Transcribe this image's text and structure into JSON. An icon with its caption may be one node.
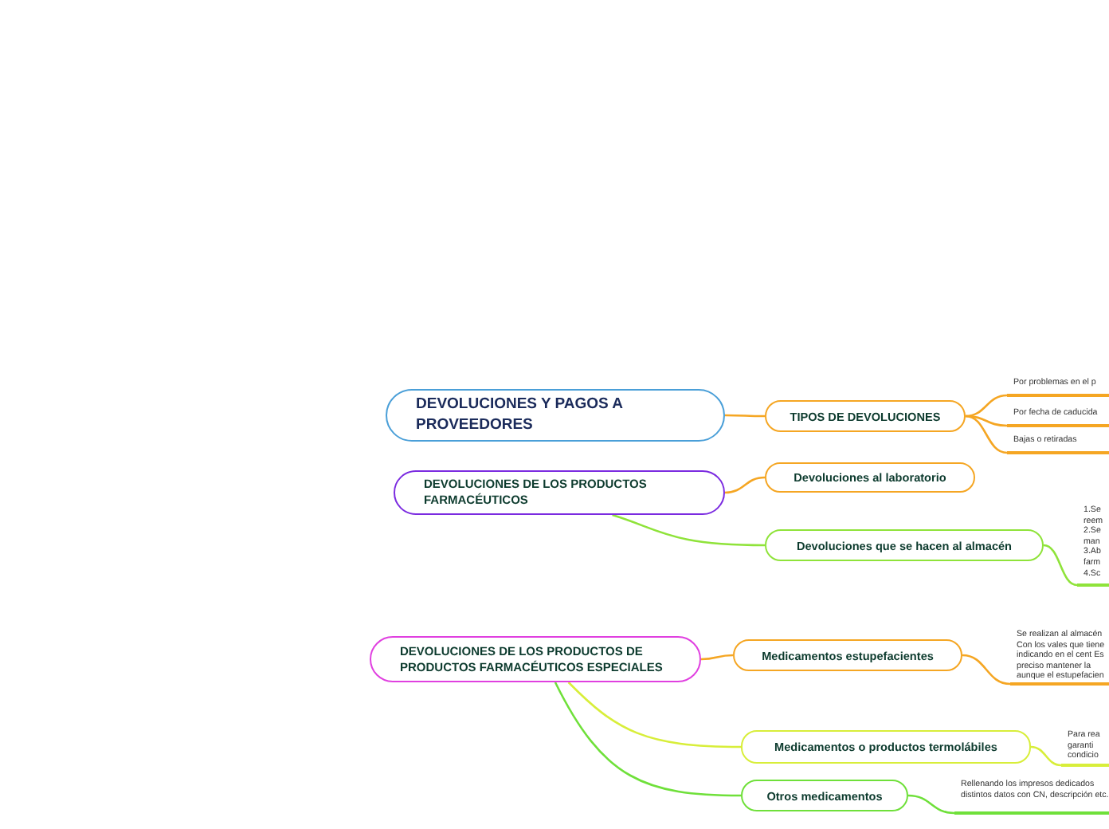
{
  "diagram": {
    "nodes": [
      {
        "text": [
          "DEVOLUCIONES Y PAGOS A PROVEEDORES"
        ]
      },
      {
        "text": [
          "TIPOS DE DEVOLUCIONES"
        ]
      },
      {
        "text": [
          "Por problemas en el p"
        ]
      },
      {
        "text": [
          "Por fecha de caducida"
        ]
      },
      {
        "text": [
          "Bajas o retiradas"
        ]
      },
      {
        "text": [
          "DEVOLUCIONES DE LOS PRODUCTOS FARMACÉUTICOS"
        ]
      },
      {
        "text": [
          "Devoluciones al laboratorio"
        ]
      },
      {
        "text": [
          "Devoluciones que se hacen al almacén"
        ]
      },
      {
        "text": [
          "1.Se reem 2.Se man 3.Ab farm 4.Sc"
        ]
      },
      {
        "text": [
          "DEVOLUCIONES DE LOS PRODUCTOS DE PRODUCTOS FARMACÉUTICOS ESPECIALES"
        ]
      },
      {
        "text": [
          "Medicamentos estupefacientes"
        ]
      },
      {
        "text": [
          "Se realizan al almacén Con los vales que tiene indicando en el cent Es preciso mantener la aunque el estupefacien"
        ]
      },
      {
        "text": [
          "Medicamentos o productos termolábiles"
        ]
      },
      {
        "text": [
          "Para rea garanti condicio"
        ]
      },
      {
        "text": [
          "Otros medicamentos"
        ]
      },
      {
        "text": [
          "Rellenando los impresos dedicados distintos datos con CN, descripción etc."
        ]
      }
    ],
    "edges": [
      {
        "from": 0,
        "to": 1,
        "arrow": "none"
      },
      {
        "from": 1,
        "to": 2,
        "arrow": "none"
      },
      {
        "from": 1,
        "to": 3,
        "arrow": "none"
      },
      {
        "from": 1,
        "to": 4,
        "arrow": "none"
      },
      {
        "from": 5,
        "to": 6,
        "arrow": "none"
      },
      {
        "from": 5,
        "to": 7,
        "arrow": "none",
        "color": "#8fe33a"
      },
      {
        "from": 7,
        "to": 8,
        "arrow": "none",
        "color": "#8fe33a"
      },
      {
        "from": 9,
        "to": 10,
        "arrow": "none"
      },
      {
        "from": 10,
        "to": 11,
        "arrow": "none"
      },
      {
        "from": 9,
        "to": 12,
        "arrow": "none",
        "color": "#d8ee3a"
      },
      {
        "from": 12,
        "to": 13,
        "arrow": "none",
        "color": "#d8ee3a"
      },
      {
        "from": 9,
        "to": 14,
        "arrow": "none",
        "color": "#6fe03a"
      },
      {
        "from": 14,
        "to": 15,
        "arrow": "none",
        "color": "#6fe03a"
      }
    ]
  }
}
